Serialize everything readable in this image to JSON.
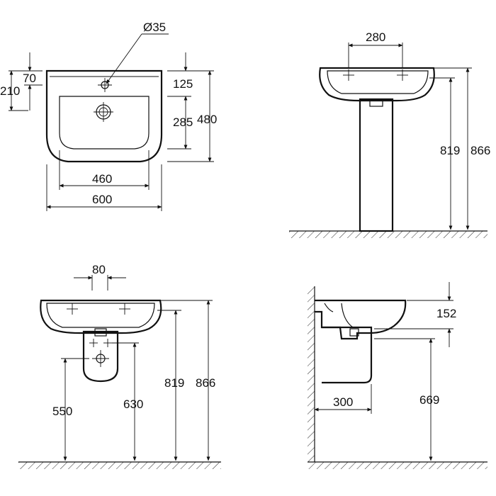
{
  "views": {
    "top": {
      "dims": {
        "hole_diameter": "Ø35",
        "front_rim": "70",
        "to_tap_hole": "210",
        "rear_to_bowl": "125",
        "bowl_depth": "285",
        "total_depth": "480",
        "bowl_width": "460",
        "total_width": "600"
      }
    },
    "pedestal_front": {
      "dims": {
        "tap_spacing": "280",
        "rim_height": "819",
        "total_height": "866"
      }
    },
    "semi_pedestal_front": {
      "dims": {
        "waste_spacing": "80",
        "rim_height": "819",
        "total_height": "866",
        "waste_left": "550",
        "waste_right": "630"
      }
    },
    "semi_pedestal_side": {
      "dims": {
        "rim_to_bottom": "152",
        "projection": "300",
        "bottom_height": "669"
      }
    }
  },
  "colors": {
    "line": "#111111",
    "background": "#ffffff"
  }
}
